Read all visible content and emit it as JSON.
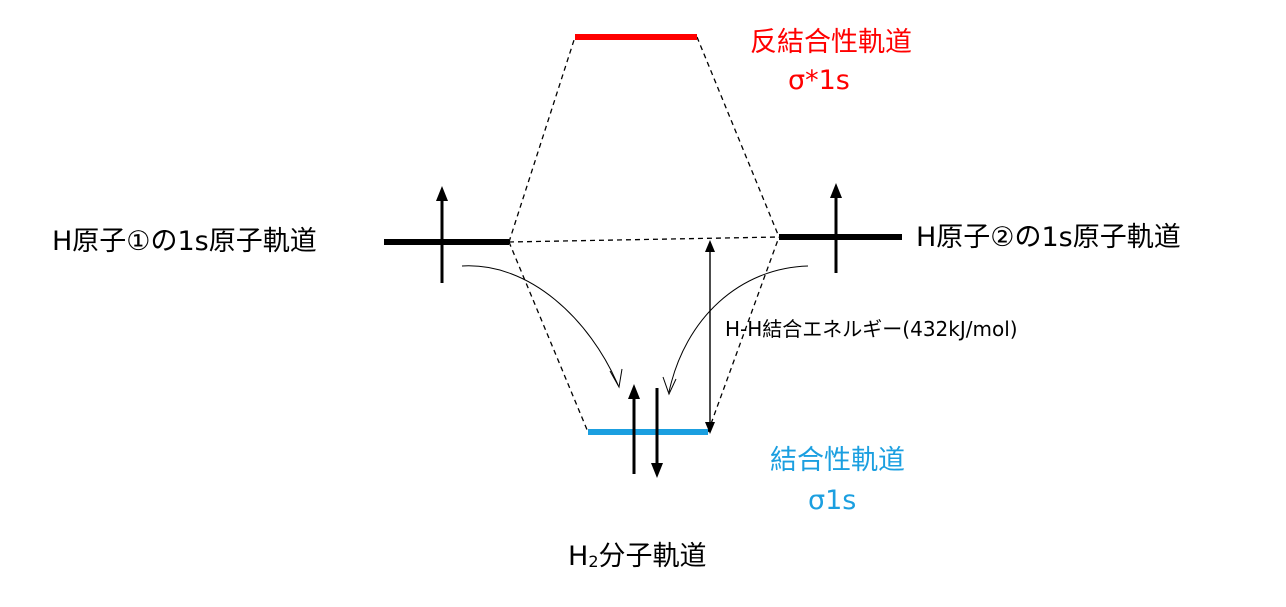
{
  "atom_orbitals": {
    "left_label": "H原子①の1s原子軌道",
    "right_label": "H原子②の1s原子軌道"
  },
  "antibonding": {
    "name": "反結合性軌道",
    "symbol": "σ*1s",
    "color": "#ff0000"
  },
  "bonding": {
    "name": "結合性軌道",
    "symbol": "σ1s",
    "color": "#1b9fe0"
  },
  "energy_annotation": "H-H結合エネルギー(432kJ/mol)",
  "molecule_label": {
    "prefix": "H",
    "subscript": "2",
    "suffix": "分子軌道"
  },
  "electrons": {
    "atom1_spin": "up",
    "atom2_spin": "up",
    "bonding_spins": [
      "up",
      "down"
    ]
  }
}
